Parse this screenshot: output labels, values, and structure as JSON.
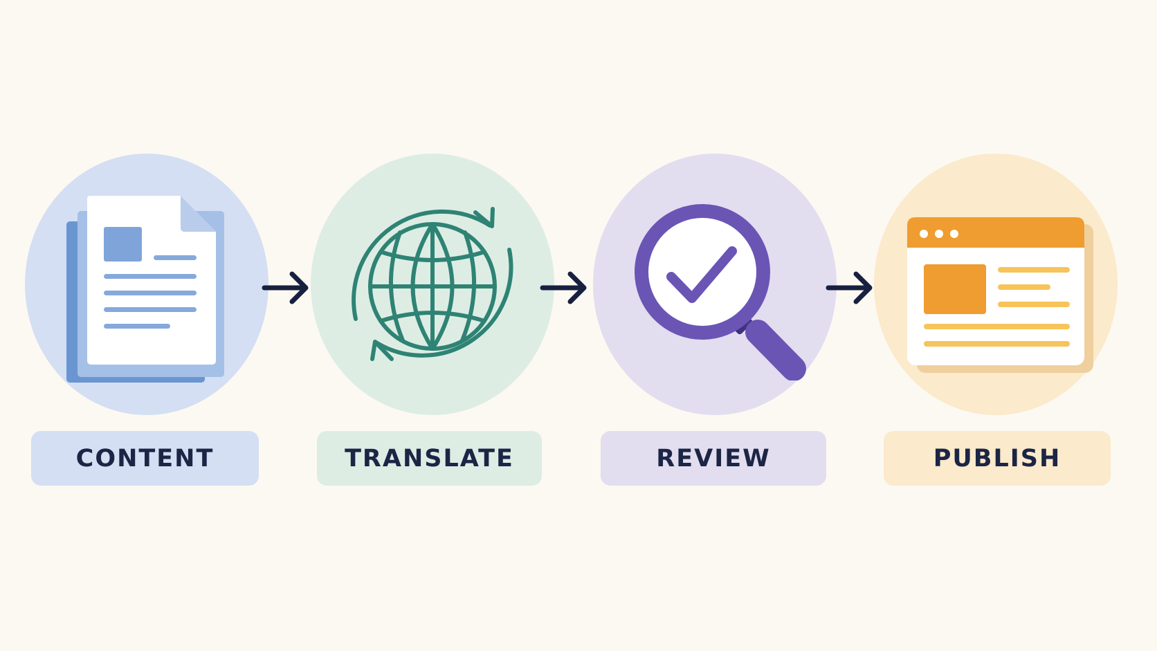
{
  "steps": [
    {
      "label": "CONTENT",
      "icon": "document-stack-icon",
      "circle_color": "#D4DFF3",
      "label_color": "#D4DFF3",
      "accent": "#7FA4DA"
    },
    {
      "label": "TRANSLATE",
      "icon": "globe-sync-icon",
      "circle_color": "#DDEDE4",
      "label_color": "#DDEDE4",
      "accent": "#2E8374"
    },
    {
      "label": "REVIEW",
      "icon": "magnifier-check-icon",
      "circle_color": "#E3DDF0",
      "label_color": "#E3DDF0",
      "accent": "#6A55B5"
    },
    {
      "label": "PUBLISH",
      "icon": "browser-window-icon",
      "circle_color": "#FBEACB",
      "label_color": "#FBEACB",
      "accent": "#EF9C30"
    }
  ],
  "arrow_color": "#17203F",
  "text_color": "#1B2545"
}
